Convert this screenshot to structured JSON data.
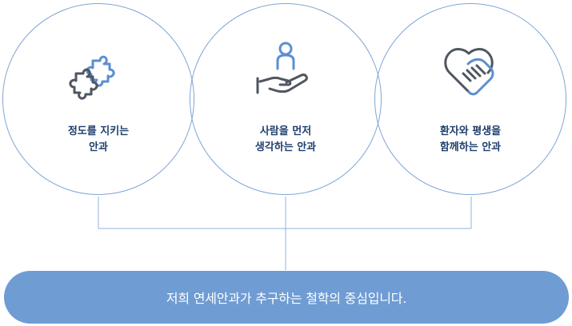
{
  "values": [
    {
      "label": "정도를 지키는\n안과",
      "icon": "puzzle-icon"
    },
    {
      "label": "사람을 먼저\n생각하는 안과",
      "icon": "hand-holding-person-icon"
    },
    {
      "label": "환자와 평생을\n함께하는 안과",
      "icon": "heart-handshake-icon"
    }
  ],
  "banner": {
    "text": "저희 연세안과가 추구하는 철학의 중심입니다."
  },
  "colors": {
    "circle_border": "#7ea6d6",
    "text_primary": "#1f3f6d",
    "banner_bg": "#6f9cd3",
    "icon_dark": "#4f5661",
    "icon_blue": "#5b8fd0"
  }
}
